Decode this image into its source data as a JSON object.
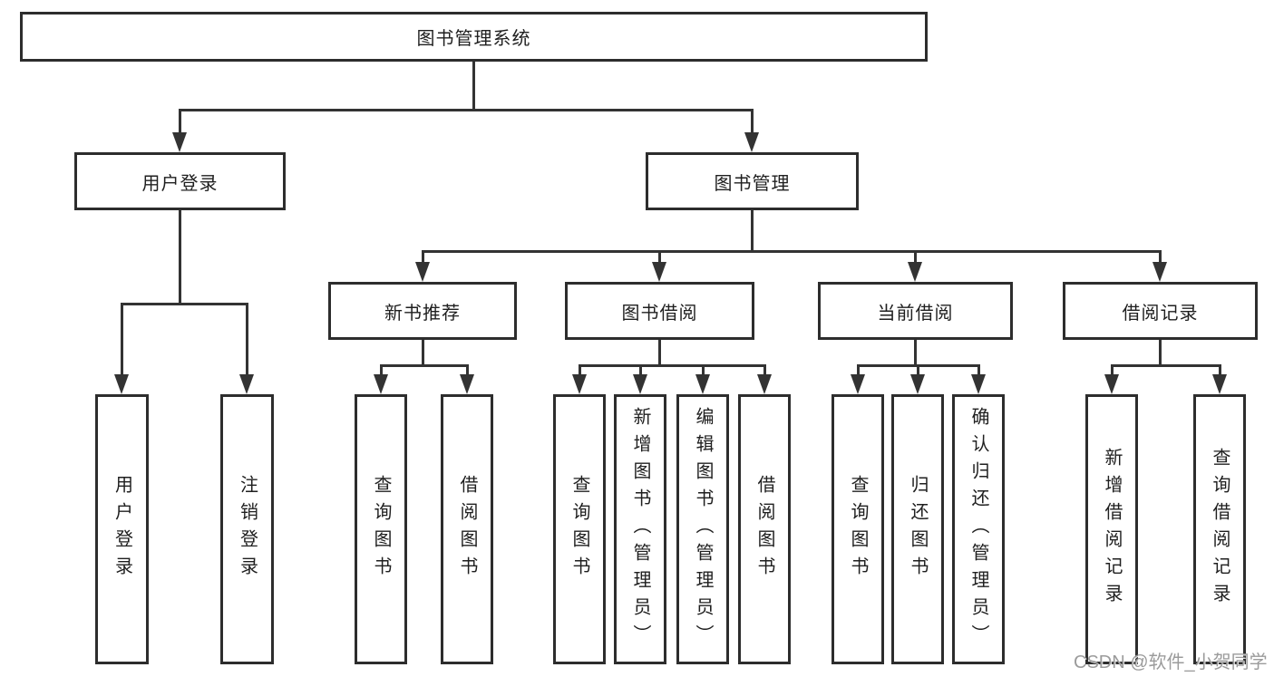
{
  "colors": {
    "line": "#333333",
    "box_border": "#2d2d2d",
    "box_fill": "#ffffff",
    "text": "#1f1f1f",
    "watermark_text": "#969696",
    "background": "#ffffff"
  },
  "watermark": {
    "text": "CSDN @软件_小贺同学"
  },
  "diagram": {
    "root": {
      "label": "图书管理系统"
    },
    "branches": [
      {
        "label": "用户登录",
        "children": [
          {
            "label": "用户登录"
          },
          {
            "label": "注销登录"
          }
        ]
      },
      {
        "label": "图书管理",
        "children": [
          {
            "label": "新书推荐",
            "children": [
              {
                "label": "查询图书"
              },
              {
                "label": "借阅图书"
              }
            ]
          },
          {
            "label": "图书借阅",
            "children": [
              {
                "label": "查询图书"
              },
              {
                "label": "新增图书（管理员）"
              },
              {
                "label": "编辑图书（管理员）"
              },
              {
                "label": "借阅图书"
              }
            ]
          },
          {
            "label": "当前借阅",
            "children": [
              {
                "label": "查询图书"
              },
              {
                "label": "归还图书"
              },
              {
                "label": "确认归还（管理员）"
              }
            ]
          },
          {
            "label": "借阅记录",
            "children": [
              {
                "label": "新增借阅记录"
              },
              {
                "label": "查询借阅记录"
              }
            ]
          }
        ]
      }
    ]
  }
}
